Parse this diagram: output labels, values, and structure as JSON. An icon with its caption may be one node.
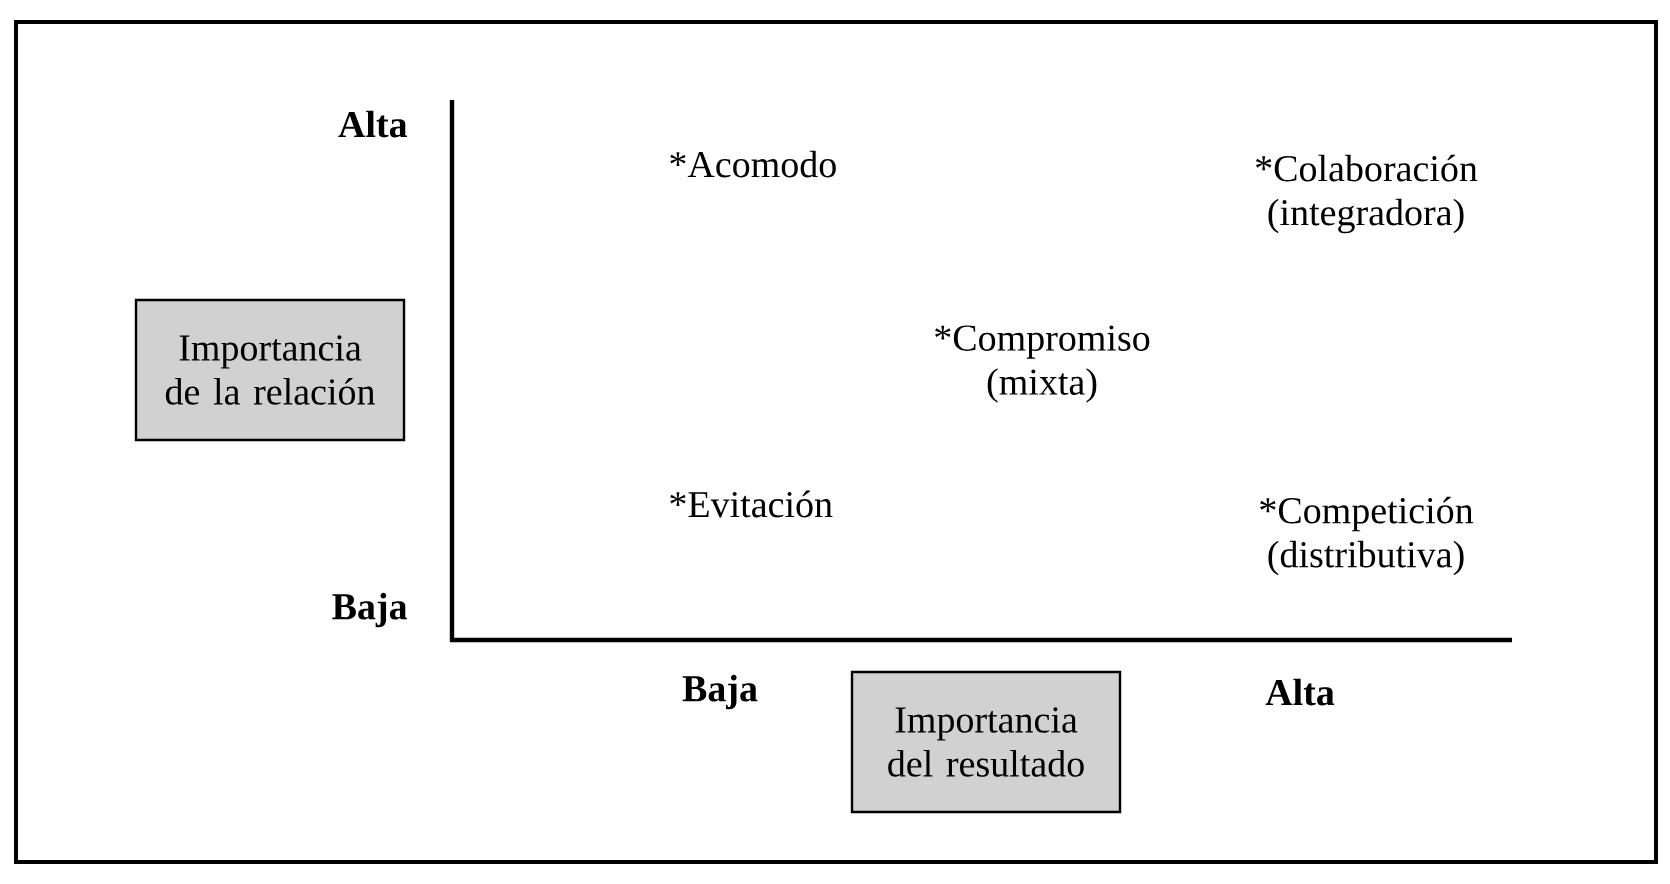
{
  "diagram": {
    "nodes": [
      {
        "text": [
          "Importancia de la relación"
        ]
      },
      {
        "text": [
          "Importancia del resultado"
        ]
      }
    ],
    "edges": [],
    "labels": [
      "Alta",
      "*Acomodo",
      "*Colaboración (integradora)",
      "*Compromiso (mixta)",
      "*Evitación",
      "*Competición (distributiva)",
      "Baja",
      "Baja",
      "Alta"
    ]
  }
}
